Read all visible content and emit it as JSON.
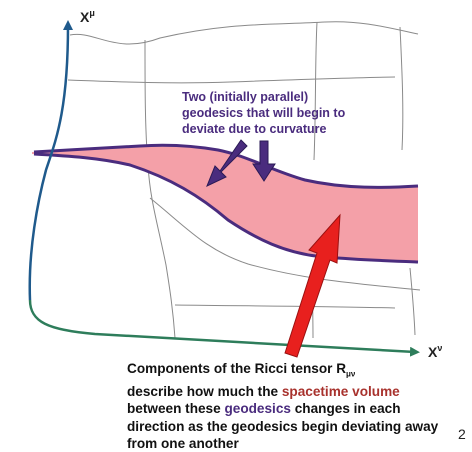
{
  "axes": {
    "vertical": {
      "base": "X",
      "sup": "μ"
    },
    "horizontal": {
      "base": "X",
      "sup": "ν"
    }
  },
  "annotation": {
    "lines": [
      "Two (initially parallel)",
      "geodesics that will begin to",
      "deviate due to curvature"
    ]
  },
  "caption": {
    "part1": "Components of the Ricci tensor R",
    "sub": "μν",
    "part2": "describe how much the ",
    "highlight1": "spacetime volume",
    "part3": " between these ",
    "highlight2": "geodesics",
    "part4": " changes in each direction as the geodesics begin deviating away from one another"
  },
  "page_number": "2",
  "colors": {
    "axis_vertical": "#1f5a8c",
    "axis_horizontal": "#2e7d5b",
    "geodesic": "#4a2c7e",
    "volume_fill": "#f4a0a8",
    "red_arrow": "#e8201e",
    "annotation_text": "#4a2c7e",
    "highlight_red": "#a8322d",
    "highlight_purple": "#4a2c7e"
  }
}
